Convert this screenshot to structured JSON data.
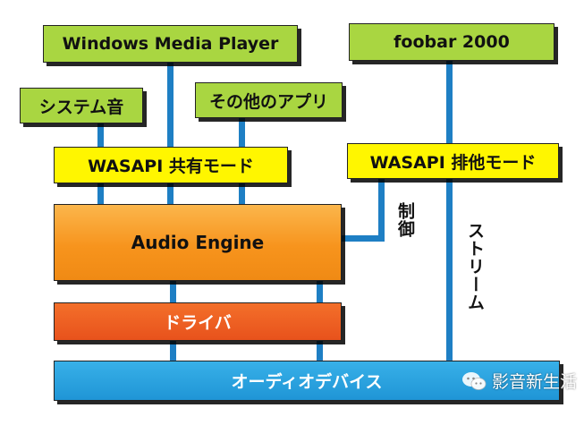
{
  "boxes": {
    "wmp": "Windows Media Player",
    "foobar": "foobar 2000",
    "system_sound": "システム音",
    "other_apps": "その他のアプリ",
    "wasapi_shared": "WASAPI 共有モード",
    "wasapi_exclusive": "WASAPI 排他モード",
    "audio_engine": "Audio Engine",
    "driver": "ドライバ",
    "audio_device": "オーディオデバイス"
  },
  "labels": {
    "control": "制御",
    "stream": "ストリーム"
  },
  "watermark": {
    "text": "影音新生活",
    "icon": "wechat-icon"
  },
  "colors": {
    "app_box": "#a9d641",
    "wasapi_box": "#fff600",
    "engine_box": "#f7941d",
    "driver_box": "#e8521c",
    "device_box": "#1f95d6",
    "connector": "#1e7fc4"
  }
}
